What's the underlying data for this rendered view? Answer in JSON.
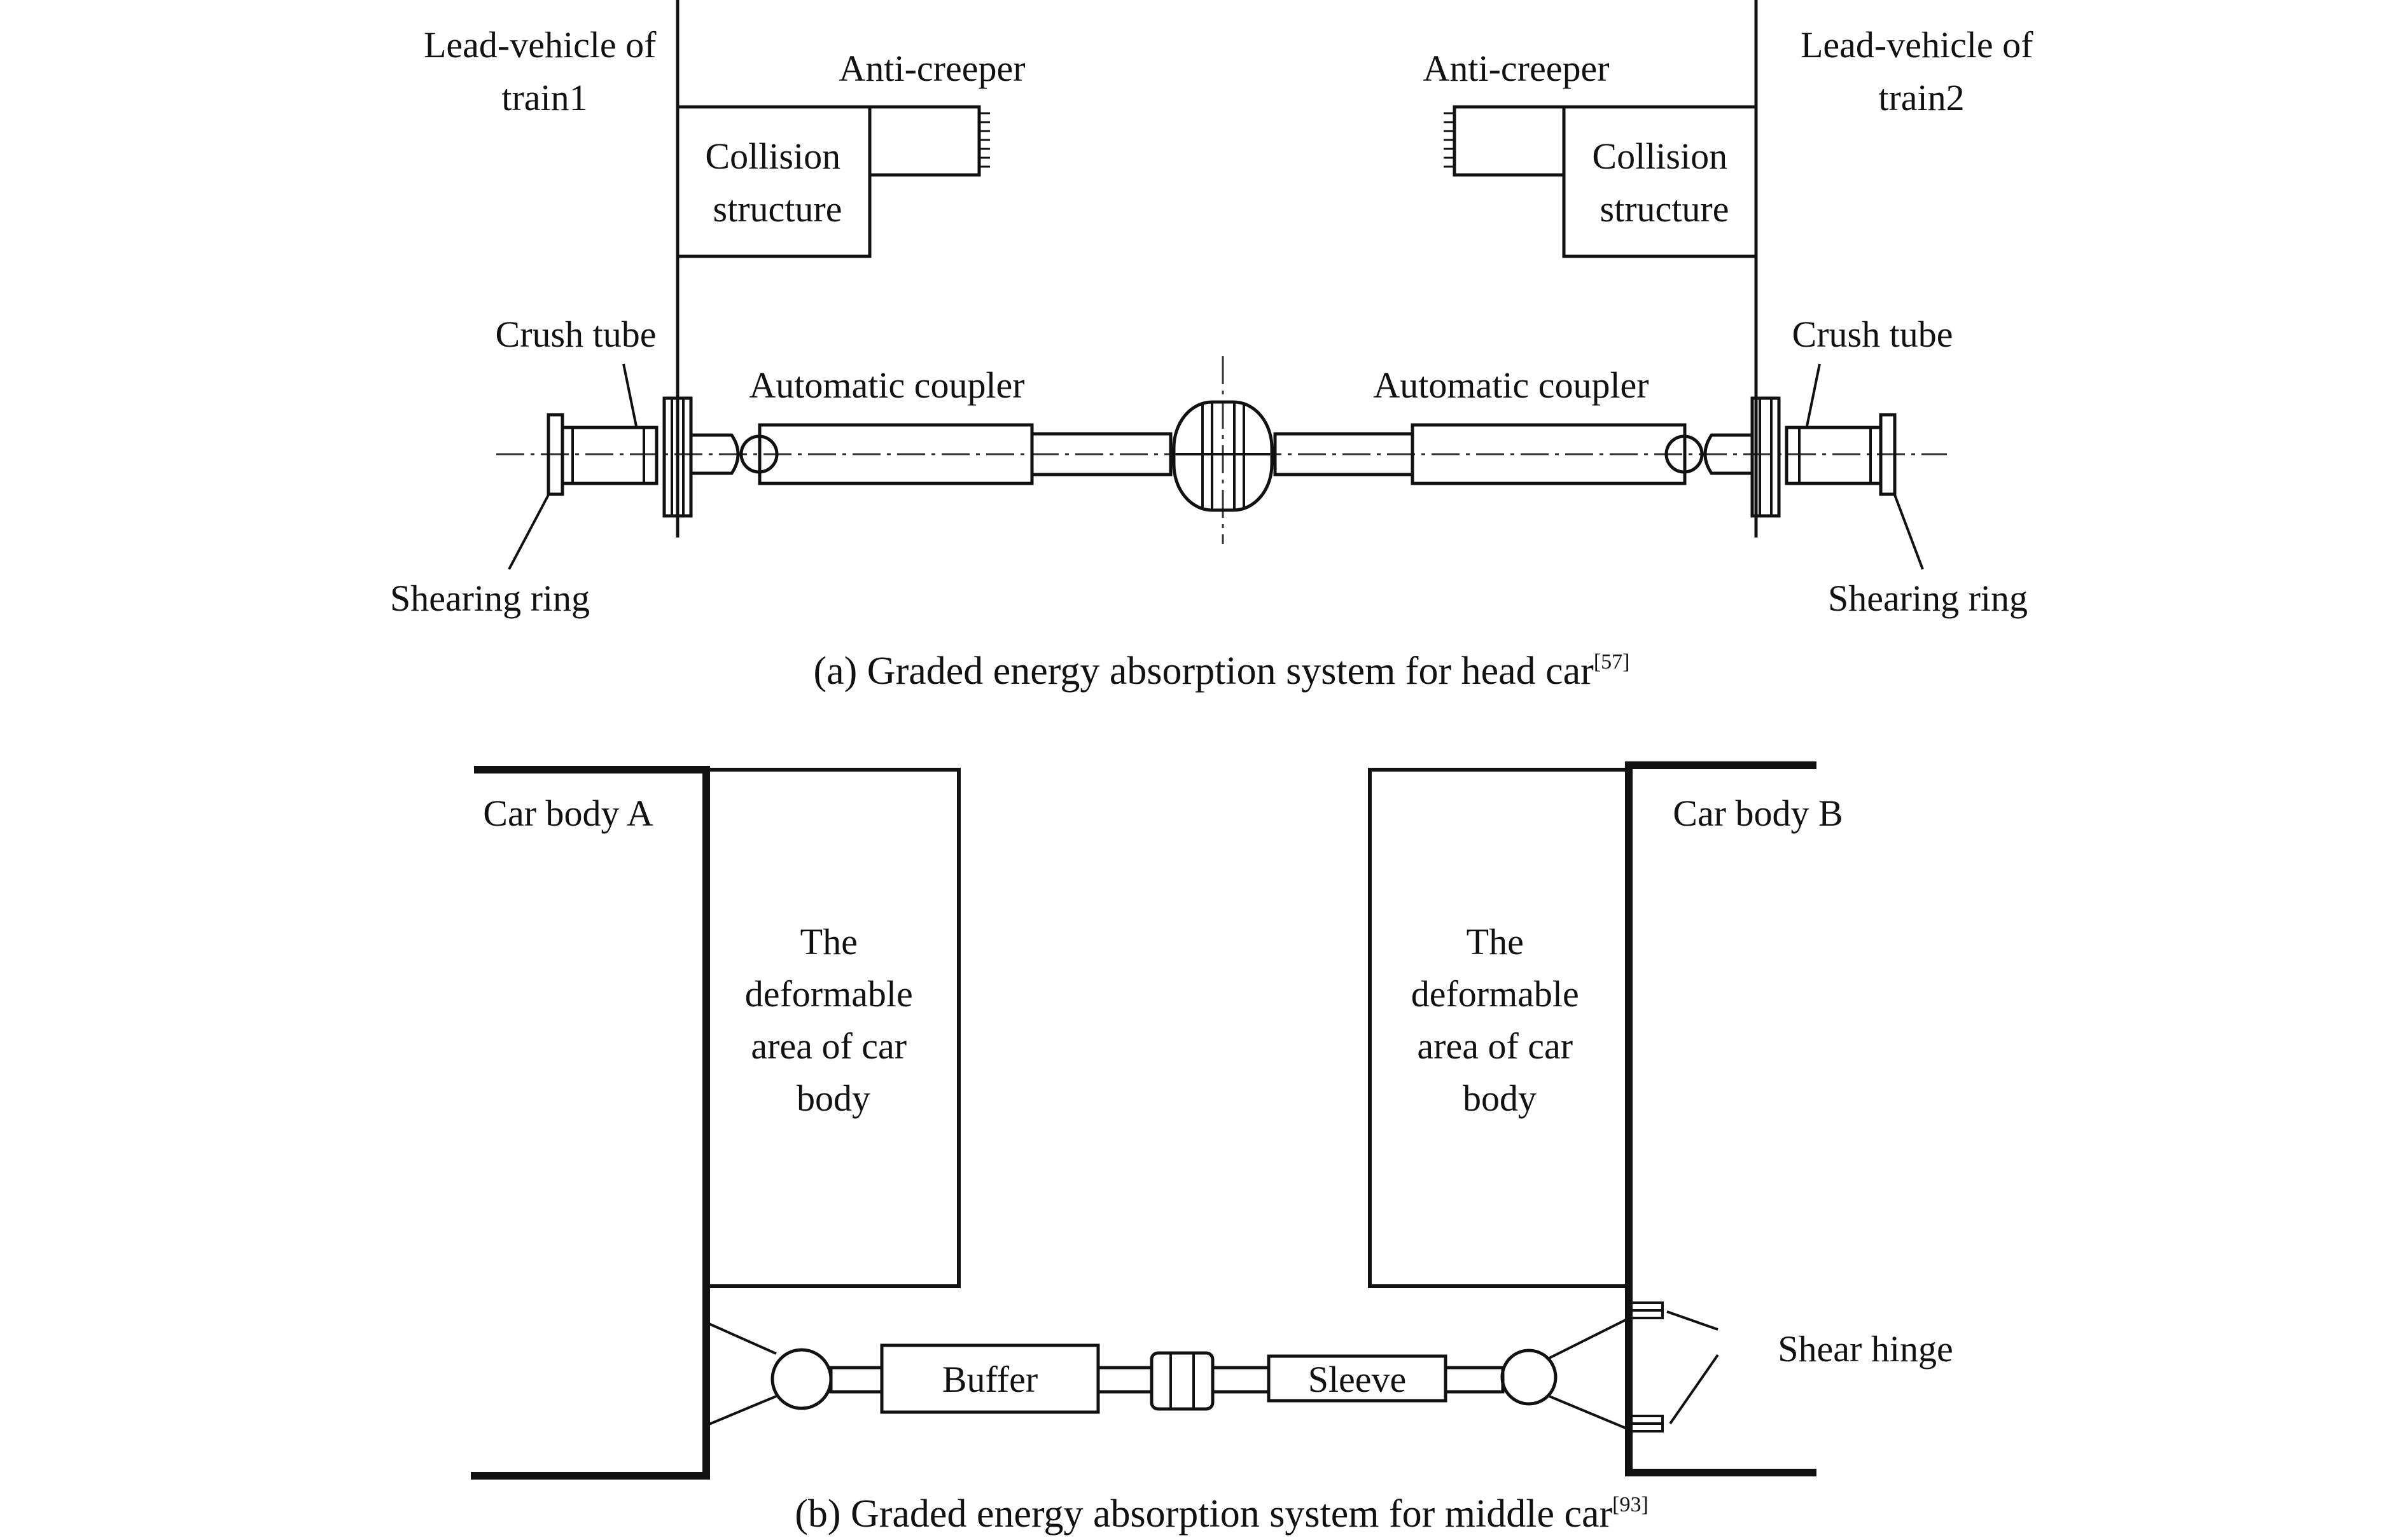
{
  "diagram_a": {
    "lead_vehicle_1": [
      "Lead-vehicle of",
      "train1"
    ],
    "lead_vehicle_2": [
      "Lead-vehicle of",
      "train2"
    ],
    "anti_creeper_left": "Anti-creeper",
    "anti_creeper_right": "Anti-creeper",
    "collision_structure_left": [
      "Collision",
      "structure"
    ],
    "collision_structure_right": [
      "Collision",
      "structure"
    ],
    "crush_tube_left": "Crush tube",
    "crush_tube_right": "Crush tube",
    "automatic_coupler_left": "Automatic coupler",
    "automatic_coupler_right": "Automatic coupler",
    "shearing_ring_left": "Shearing ring",
    "shearing_ring_right": "Shearing ring",
    "caption": "(a) Graded energy absorption system for head car",
    "caption_ref": "[57]"
  },
  "diagram_b": {
    "car_body_a": "Car body A",
    "car_body_b": "Car body B",
    "deformable_left": [
      "The",
      "deformable",
      "area of car",
      "body"
    ],
    "deformable_right": [
      "The",
      "deformable",
      "area of car",
      "body"
    ],
    "buffer": "Buffer",
    "sleeve": "Sleeve",
    "shear_hinge": "Shear hinge",
    "caption": "(b) Graded energy absorption system for middle car",
    "caption_ref": "[93]"
  }
}
